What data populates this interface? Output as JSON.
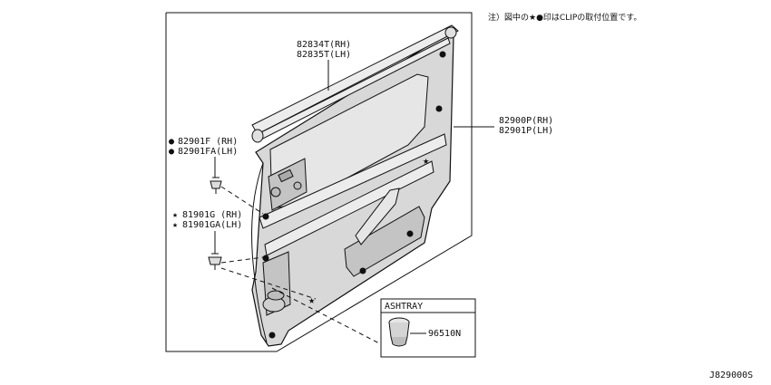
{
  "note": "注）図中の★●印はCLIPの取付位置です。",
  "labels": {
    "molding_rh": "82834T(RH)",
    "molding_lh": "82835T(LH)",
    "trim_rh": "82900P(RH)",
    "trim_lh": "82901P(LH)",
    "clip_dot_rh": "82901F (RH)",
    "clip_dot_lh": "82901FA(LH)",
    "clip_star_rh": "81901G (RH)",
    "clip_star_lh": "81901GA(LH)",
    "ashtray_title": "ASHTRAY",
    "ashtray_part": "96510N",
    "diagram_code": "J829000S"
  },
  "symbols": {
    "dot": "●",
    "star": "★"
  }
}
